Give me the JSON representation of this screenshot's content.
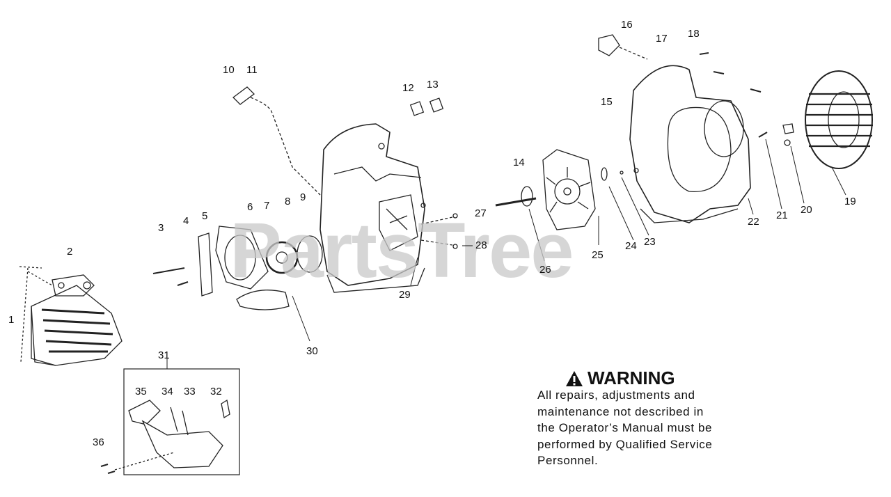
{
  "watermark": "PartsTree",
  "warning": {
    "title": "WARNING",
    "lines": [
      "All repairs, adjustments and",
      "maintenance not described in",
      "the Operator’s Manual must be",
      "performed by Qualified Service",
      "Personnel."
    ]
  },
  "callouts": [
    "1",
    "2",
    "3",
    "4",
    "5",
    "6",
    "7",
    "8",
    "9",
    "10",
    "11",
    "12",
    "13",
    "14",
    "15",
    "16",
    "17",
    "18",
    "19",
    "20",
    "21",
    "22",
    "23",
    "24",
    "25",
    "26",
    "27",
    "28",
    "29",
    "30",
    "31",
    "32",
    "33",
    "34",
    "35",
    "36"
  ],
  "colors": {
    "line": "#222222",
    "watermark": "#c9c9c9",
    "background": "#ffffff"
  }
}
